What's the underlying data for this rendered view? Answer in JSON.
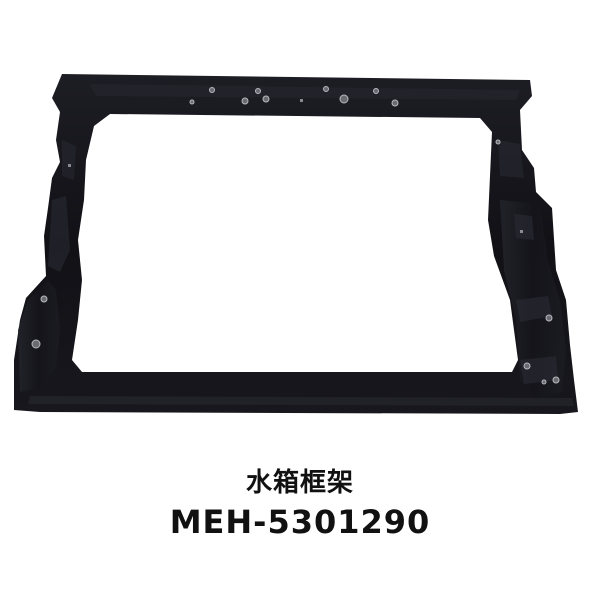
{
  "product": {
    "name": "水箱框架",
    "part_number": "MEH-5301290",
    "image_subject": "radiator-support-frame"
  },
  "colors": {
    "background": "#ffffff",
    "frame": "#121216",
    "text": "#111111"
  }
}
